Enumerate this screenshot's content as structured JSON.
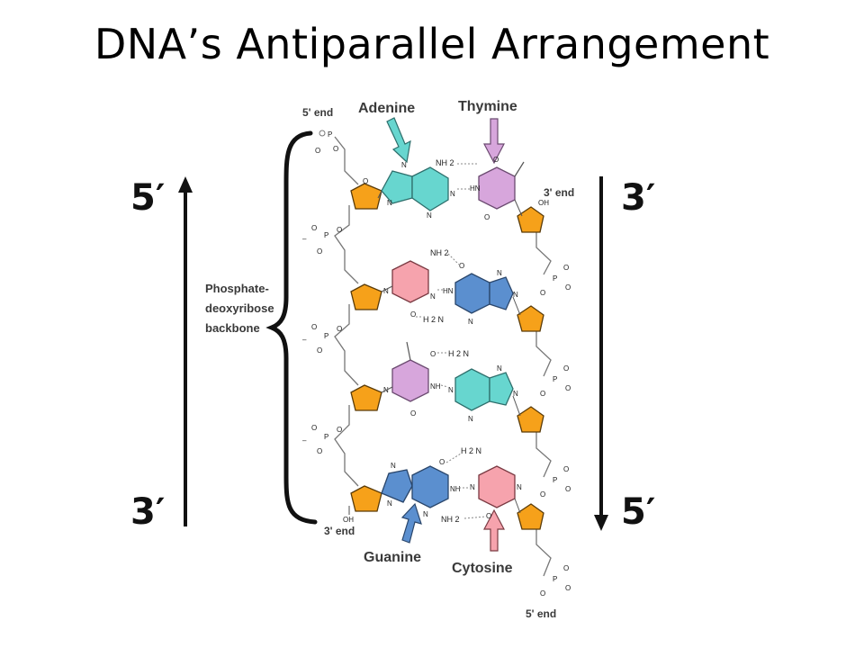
{
  "title": "DNA’s Antiparallel Arrangement",
  "colors": {
    "adenine": "#67d6cf",
    "thymine": "#d7a6dc",
    "guanine": "#5b8fcf",
    "cytosine": "#f6a3ad",
    "sugar": "#f6a11a"
  },
  "labels": {
    "adenine": "Adenine",
    "thymine": "Thymine",
    "guanine": "Guanine",
    "cytosine": "Cytosine",
    "five_end_top": "5' end",
    "three_end_right": "3' end",
    "three_end_bottom": "3' end",
    "five_end_bottom": "5' end",
    "backbone_line1": "Phosphate-",
    "backbone_line2": "deoxyribose",
    "backbone_line3": "backbone",
    "left_top": "5′",
    "left_bottom": "3′",
    "right_top": "3′",
    "right_bottom": "5′"
  },
  "atoms": {
    "o": "O",
    "p": "P",
    "n": "N",
    "oh": "OH",
    "nh2": "NH 2",
    "h2n": "H 2 N",
    "hn": "HN",
    "nh": "NH",
    "minus": "–"
  }
}
